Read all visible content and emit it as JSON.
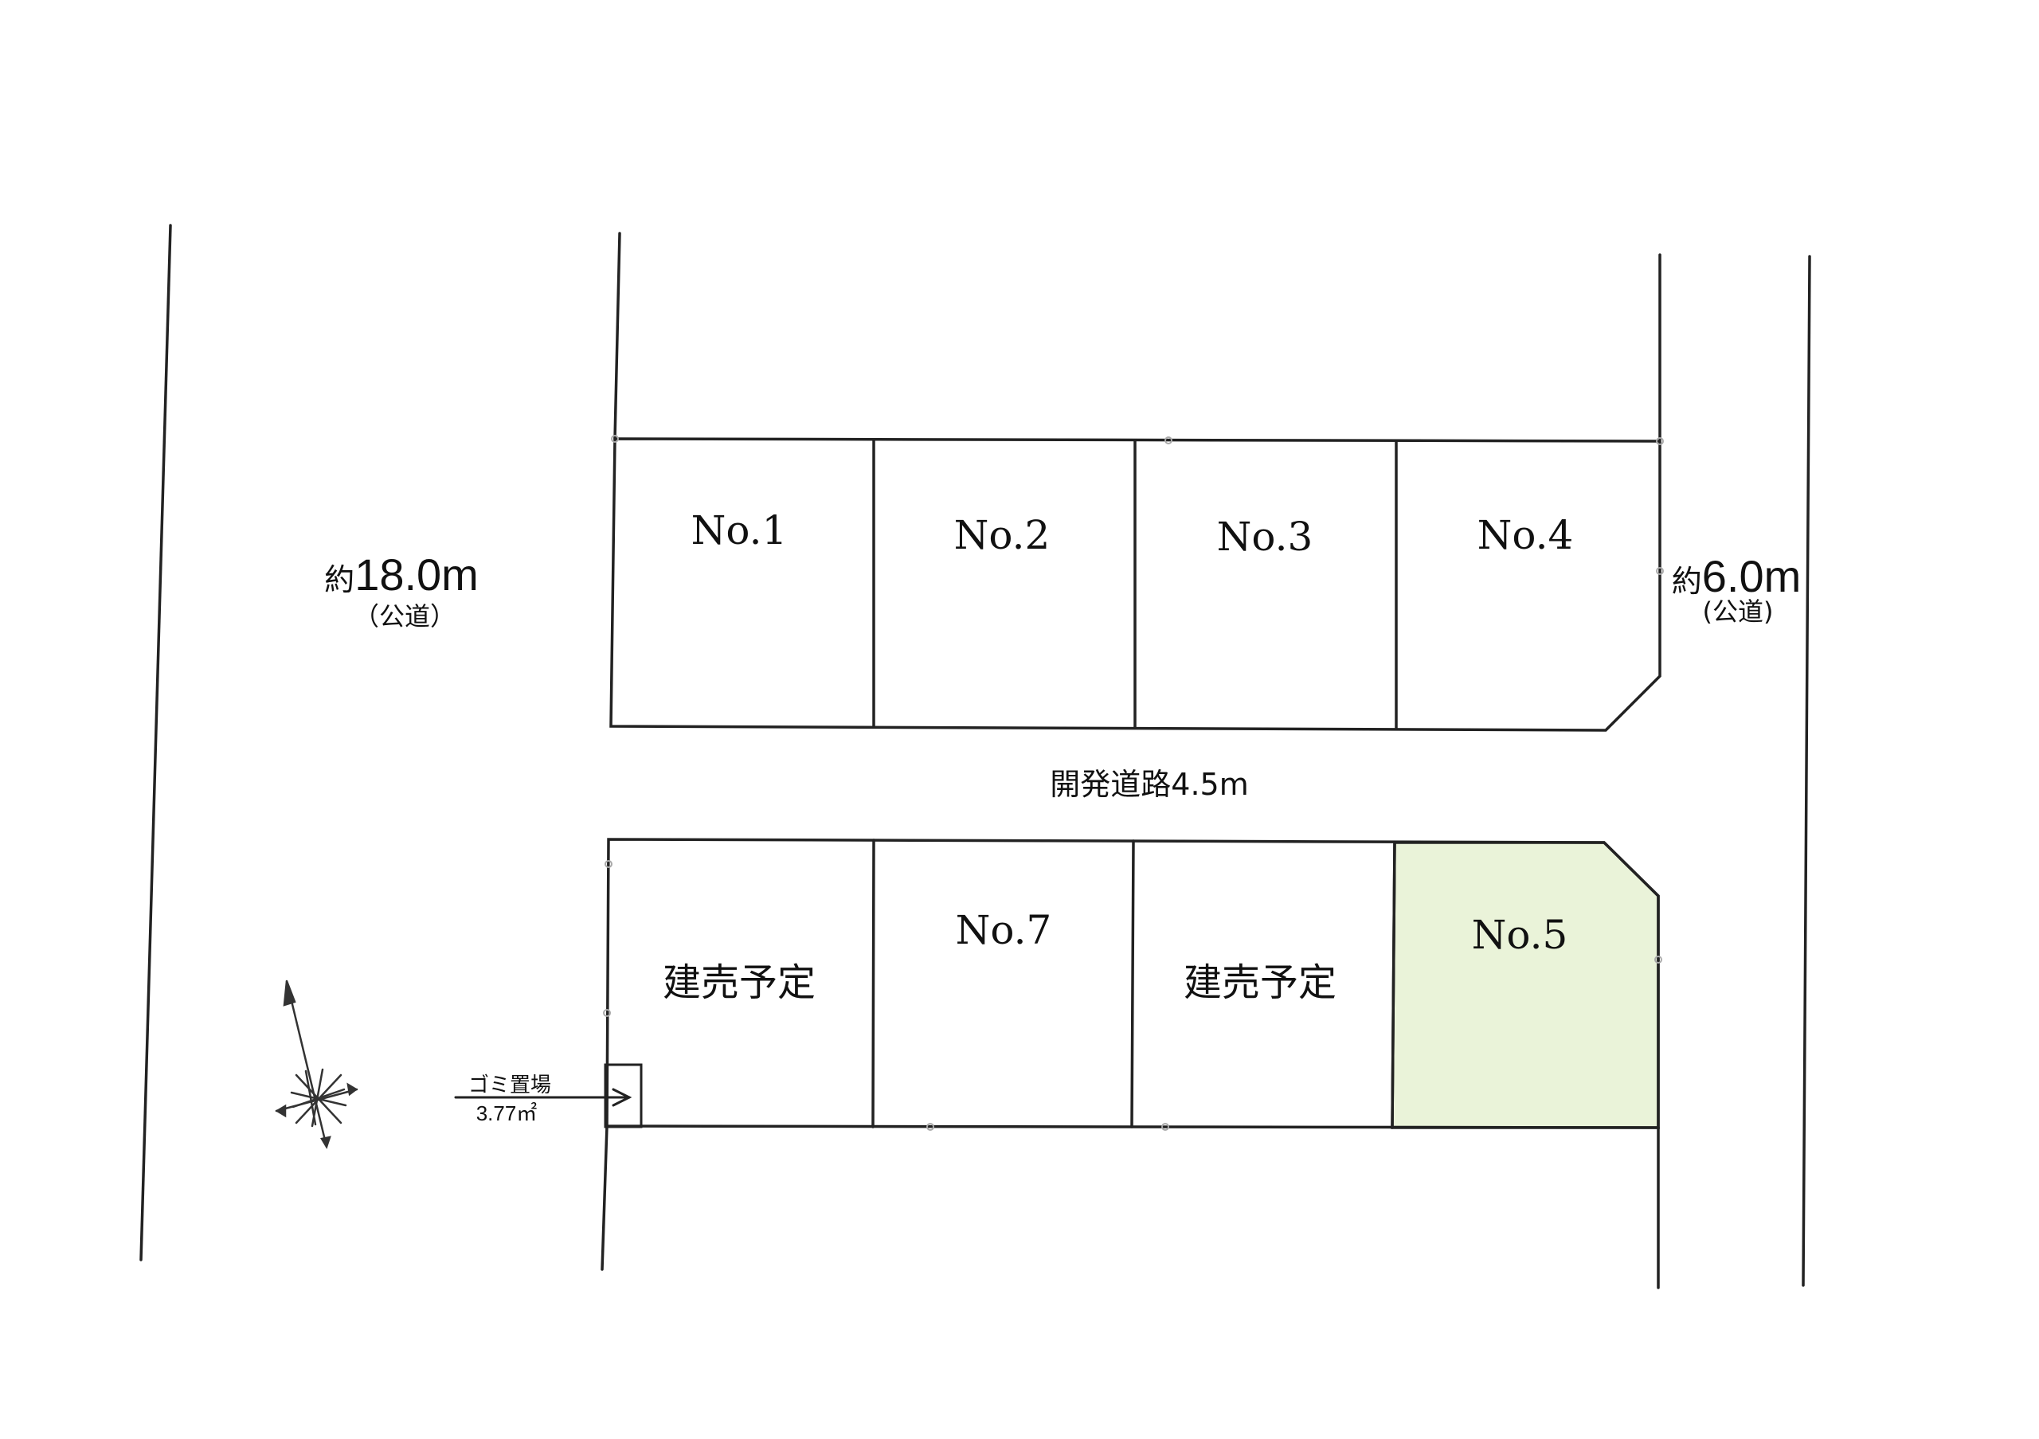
{
  "lots": {
    "no1": "No.1",
    "no2": "No.2",
    "no3": "No.3",
    "no4": "No.4",
    "no5": "No.5",
    "no7": "No.7",
    "plan_a": "建売予定",
    "plan_b": "建売予定"
  },
  "roads": {
    "west_prefix": "約",
    "west_width": "18.0m",
    "west_type": "（公道）",
    "east_prefix": "約",
    "east_width": "6.0m",
    "east_type": "(公道)",
    "dev_road": "開発道路4.5m"
  },
  "garbage": {
    "label": "ゴミ置場",
    "area": "3.77㎡"
  },
  "colors": {
    "highlight": "#eaf3d9",
    "line": "#222222"
  }
}
